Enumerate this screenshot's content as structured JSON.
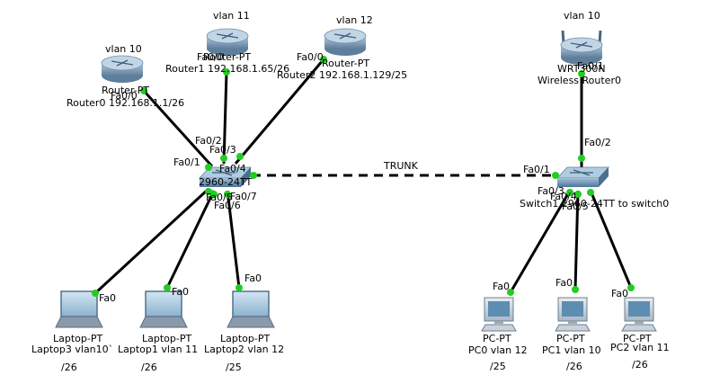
{
  "colors": {
    "link": "#000000",
    "port_dot": "#22cc22",
    "router_body": "#7896b3",
    "router_top": "#a8c2d8",
    "switch_body": "#5d87aa",
    "switch_top": "#8fb4d1",
    "laptop_screen": "#a9c8e0",
    "laptop_body": "#8a9aa8",
    "pc_body": "#c9d2da",
    "pc_screen": "#5d8db0"
  },
  "routers": {
    "router0": {
      "vlan": "vlan 10",
      "type": "Router-PT",
      "name": "Router0 192.168.1.1/26",
      "port": "Fa0/0"
    },
    "router1": {
      "vlan": "vlan 11",
      "type": "Router-PT",
      "name": "Router1 192.168.1.65/26",
      "port": "Fa0/0"
    },
    "router2": {
      "vlan": "vlan 12",
      "type": "Router-PT",
      "name": "Router2 192.168.1.129/25",
      "port": "Fa0/0"
    }
  },
  "wireless": {
    "vlan": "vlan 10",
    "type": "WRT300N",
    "name": "Wireless Router0",
    "port": "Fa0/1"
  },
  "switches": {
    "left": {
      "name": "2960-24TT",
      "ports": {
        "p1": "Fa0/1",
        "p2": "Fa0/2",
        "p3": "Fa0/3",
        "p4": "Fa0/4",
        "p6": "Fa0/6",
        "p5": "Fa0/5",
        "p7": "Fa0/7"
      }
    },
    "right": {
      "name": "Switch1 2960-24TT to switch0",
      "ports": {
        "p1": "Fa0/1",
        "p2": "Fa0/2",
        "p3": "Fa0/3",
        "p4": "Fa0/4",
        "p5": "Fa0/5"
      }
    }
  },
  "trunk_label": "TRUNK",
  "laptops": [
    {
      "type": "Laptop-PT",
      "name": "Laptop3 vlan10`",
      "prefix": "/26",
      "port": "Fa0"
    },
    {
      "type": "Laptop-PT",
      "name": "Laptop1 vlan 11",
      "prefix": "/26",
      "port": "Fa0"
    },
    {
      "type": "Laptop-PT",
      "name": "Laptop2 vlan 12",
      "prefix": "/25",
      "port": "Fa0"
    }
  ],
  "pcs": [
    {
      "type": "PC-PT",
      "name": "PC0 vlan 12",
      "prefix": "/25",
      "port": "Fa0"
    },
    {
      "type": "PC-PT",
      "name": "PC1 vlan 10",
      "prefix": "/26",
      "port": "Fa0"
    },
    {
      "type": "PC-PT",
      "name": "PC2 vlan 11",
      "prefix": "/26",
      "port": "Fa0"
    }
  ]
}
